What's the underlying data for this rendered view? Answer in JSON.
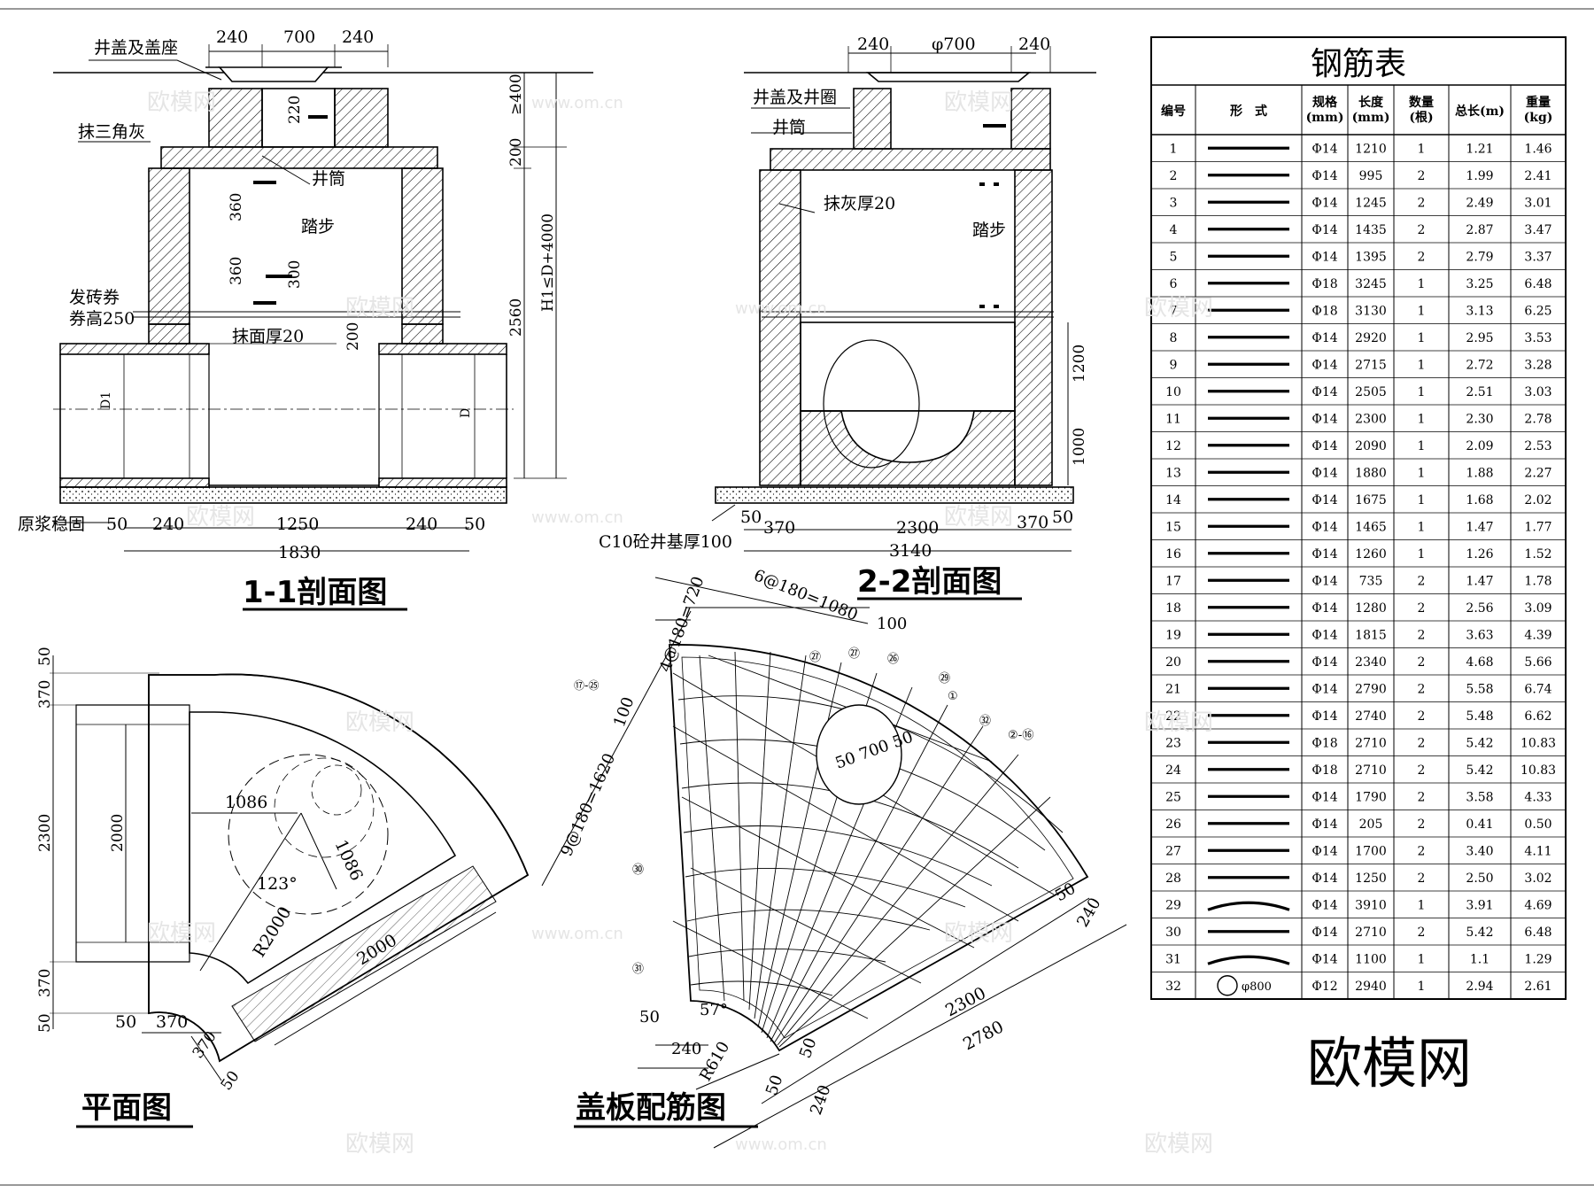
{
  "views": {
    "section_11": {
      "title": "1-1剖面图",
      "labels": {
        "cover_seat": "井盖及盖座",
        "triangle_plaster": "抹三角灰",
        "shaft": "井筒",
        "step": "踏步",
        "brick_arch": "发砖券",
        "arch_height": "券高250",
        "plaster_20": "抹面厚20",
        "mortar_fix": "原浆稳固",
        "pipe_d1": "D1",
        "pipe_d": "D"
      },
      "dims": {
        "top_240a": "240",
        "top_700": "700",
        "top_240b": "240",
        "d220": "220",
        "d360a": "360",
        "d360b": "360",
        "d300": "300",
        "d200": "200",
        "r_400": "≥400",
        "r_200": "200",
        "r_h1": "H1≤D+4000",
        "r_2560": "2560",
        "b_50a": "50",
        "b_240a": "240",
        "b_1250": "1250",
        "b_240b": "240",
        "b_50b": "50",
        "b_total": "1830"
      }
    },
    "section_22": {
      "title": "2-2剖面图",
      "labels": {
        "cover_ring": "井盖及井圈",
        "shaft": "井筒",
        "plaster_20": "抹灰厚20",
        "step": "踏步",
        "base": "C10砼井基厚100"
      },
      "dims": {
        "top_240a": "240",
        "top_700": "φ700",
        "top_240b": "240",
        "r_1200": "1200",
        "r_1000": "1000",
        "b_50a": "50",
        "b_370a": "370",
        "b_2300": "2300",
        "b_370b": "370",
        "b_50b": "50",
        "b_total": "3140"
      }
    },
    "plan": {
      "title": "平面图",
      "dims": {
        "l_50a": "50",
        "l_370a": "370",
        "l_2300": "2300",
        "l_2000": "2000",
        "l_370b": "370",
        "l_50b": "50",
        "b_50": "50",
        "b_370": "370",
        "b_370d": "370",
        "b_50d": "50",
        "r1086a": "1086",
        "r1086b": "1086",
        "angle": "123°",
        "radius": "R2000",
        "len2000": "2000"
      }
    },
    "cover": {
      "title": "盖板配筋图",
      "dims": {
        "d6_180": "6@180=1080",
        "d100a": "100",
        "d4_180": "4@180=720",
        "d100b": "100",
        "d9_180": "9@180=1620",
        "hole": "50 700 50",
        "c50": "50",
        "c240": "240",
        "len2300": "2300",
        "len2780": "2780",
        "a50": "50",
        "a240": "240",
        "angle57": "57°",
        "r610": "R610",
        "b50": "50",
        "b50b": "50",
        "b240": "240"
      },
      "callouts": {
        "c27a": "㉗",
        "c27b": "㉗",
        "c26": "㉖",
        "c29": "㉙",
        "c1": "①",
        "c32": "㉜",
        "c2_16": "②-⑯",
        "c17_25": "⑰-㉕",
        "c30": "㉚",
        "c31": "㉛"
      }
    }
  },
  "rebar_table": {
    "title": "钢筋表",
    "headers": [
      "编号",
      "形　式",
      "规格\n(mm)",
      "长度\n(mm)",
      "数量\n(根)",
      "总长(m)",
      "重量\n(kg)"
    ],
    "rows": [
      {
        "no": "1",
        "shape": "straight",
        "spec": "Φ14",
        "len": "1210",
        "qty": "1",
        "total": "1.21",
        "weight": "1.46"
      },
      {
        "no": "2",
        "shape": "straight",
        "spec": "Φ14",
        "len": "995",
        "qty": "2",
        "total": "1.99",
        "weight": "2.41"
      },
      {
        "no": "3",
        "shape": "straight",
        "spec": "Φ14",
        "len": "1245",
        "qty": "2",
        "total": "2.49",
        "weight": "3.01"
      },
      {
        "no": "4",
        "shape": "straight",
        "spec": "Φ14",
        "len": "1435",
        "qty": "2",
        "total": "2.87",
        "weight": "3.47"
      },
      {
        "no": "5",
        "shape": "straight",
        "spec": "Φ14",
        "len": "1395",
        "qty": "2",
        "total": "2.79",
        "weight": "3.37"
      },
      {
        "no": "6",
        "shape": "straight",
        "spec": "Φ18",
        "len": "3245",
        "qty": "1",
        "total": "3.25",
        "weight": "6.48"
      },
      {
        "no": "7",
        "shape": "straight",
        "spec": "Φ18",
        "len": "3130",
        "qty": "1",
        "total": "3.13",
        "weight": "6.25"
      },
      {
        "no": "8",
        "shape": "straight",
        "spec": "Φ14",
        "len": "2920",
        "qty": "1",
        "total": "2.95",
        "weight": "3.53"
      },
      {
        "no": "9",
        "shape": "straight",
        "spec": "Φ14",
        "len": "2715",
        "qty": "1",
        "total": "2.72",
        "weight": "3.28"
      },
      {
        "no": "10",
        "shape": "straight",
        "spec": "Φ14",
        "len": "2505",
        "qty": "1",
        "total": "2.51",
        "weight": "3.03"
      },
      {
        "no": "11",
        "shape": "straight",
        "spec": "Φ14",
        "len": "2300",
        "qty": "1",
        "total": "2.30",
        "weight": "2.78"
      },
      {
        "no": "12",
        "shape": "straight",
        "spec": "Φ14",
        "len": "2090",
        "qty": "1",
        "total": "2.09",
        "weight": "2.53"
      },
      {
        "no": "13",
        "shape": "straight",
        "spec": "Φ14",
        "len": "1880",
        "qty": "1",
        "total": "1.88",
        "weight": "2.27"
      },
      {
        "no": "14",
        "shape": "straight",
        "spec": "Φ14",
        "len": "1675",
        "qty": "1",
        "total": "1.68",
        "weight": "2.02"
      },
      {
        "no": "15",
        "shape": "straight",
        "spec": "Φ14",
        "len": "1465",
        "qty": "1",
        "total": "1.47",
        "weight": "1.77"
      },
      {
        "no": "16",
        "shape": "straight",
        "spec": "Φ14",
        "len": "1260",
        "qty": "1",
        "total": "1.26",
        "weight": "1.52"
      },
      {
        "no": "17",
        "shape": "straight",
        "spec": "Φ14",
        "len": "735",
        "qty": "2",
        "total": "1.47",
        "weight": "1.78"
      },
      {
        "no": "18",
        "shape": "straight",
        "spec": "Φ14",
        "len": "1280",
        "qty": "2",
        "total": "2.56",
        "weight": "3.09"
      },
      {
        "no": "19",
        "shape": "straight",
        "spec": "Φ14",
        "len": "1815",
        "qty": "2",
        "total": "3.63",
        "weight": "4.39"
      },
      {
        "no": "20",
        "shape": "straight",
        "spec": "Φ14",
        "len": "2340",
        "qty": "2",
        "total": "4.68",
        "weight": "5.66"
      },
      {
        "no": "21",
        "shape": "straight",
        "spec": "Φ14",
        "len": "2790",
        "qty": "2",
        "total": "5.58",
        "weight": "6.74"
      },
      {
        "no": "22",
        "shape": "straight",
        "spec": "Φ14",
        "len": "2740",
        "qty": "2",
        "total": "5.48",
        "weight": "6.62"
      },
      {
        "no": "23",
        "shape": "straight",
        "spec": "Φ18",
        "len": "2710",
        "qty": "2",
        "total": "5.42",
        "weight": "10.83"
      },
      {
        "no": "24",
        "shape": "straight",
        "spec": "Φ18",
        "len": "2710",
        "qty": "2",
        "total": "5.42",
        "weight": "10.83"
      },
      {
        "no": "25",
        "shape": "straight",
        "spec": "Φ14",
        "len": "1790",
        "qty": "2",
        "total": "3.58",
        "weight": "4.33"
      },
      {
        "no": "26",
        "shape": "straight",
        "spec": "Φ14",
        "len": "205",
        "qty": "2",
        "total": "0.41",
        "weight": "0.50"
      },
      {
        "no": "27",
        "shape": "straight",
        "spec": "Φ14",
        "len": "1700",
        "qty": "2",
        "total": "3.40",
        "weight": "4.11"
      },
      {
        "no": "28",
        "shape": "straight",
        "spec": "Φ14",
        "len": "1250",
        "qty": "2",
        "total": "2.50",
        "weight": "3.02"
      },
      {
        "no": "29",
        "shape": "arc",
        "spec": "Φ14",
        "len": "3910",
        "qty": "1",
        "total": "3.91",
        "weight": "4.69"
      },
      {
        "no": "30",
        "shape": "straight",
        "spec": "Φ14",
        "len": "2710",
        "qty": "2",
        "total": "5.42",
        "weight": "6.48"
      },
      {
        "no": "31",
        "shape": "arc",
        "spec": "Φ14",
        "len": "1100",
        "qty": "1",
        "total": "1.1",
        "weight": "1.29"
      },
      {
        "no": "32",
        "shape": "circle",
        "shape_label": "φ800",
        "spec": "Φ12",
        "len": "2940",
        "qty": "1",
        "total": "2.94",
        "weight": "2.61"
      }
    ]
  },
  "brand": "欧模网",
  "watermarks": [
    "欧模网",
    "www.om.cn"
  ]
}
